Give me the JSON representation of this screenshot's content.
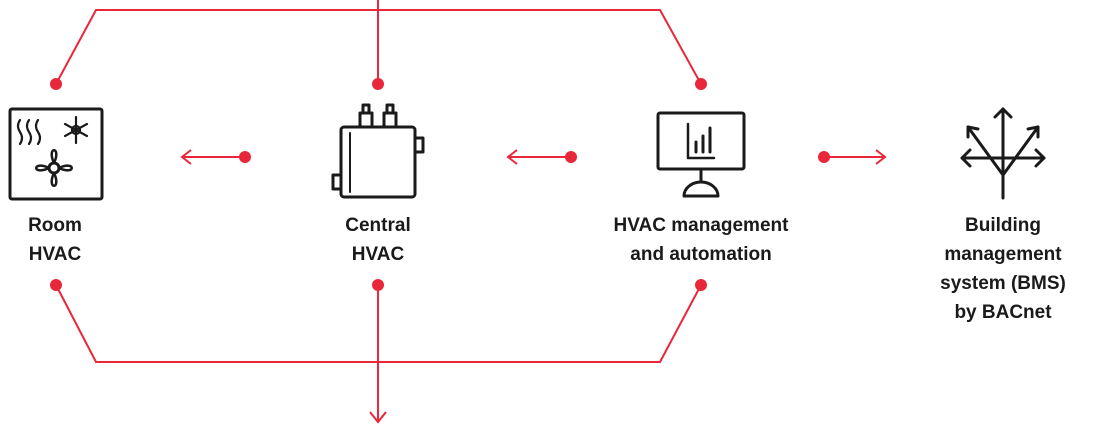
{
  "colors": {
    "accent": "#e8283a",
    "ink": "#1a1a1a",
    "background": "#ffffff"
  },
  "nodes": [
    {
      "id": "room-hvac",
      "icon": "heating-cooling-fan-icon",
      "label_lines": [
        "Room",
        "HVAC"
      ]
    },
    {
      "id": "central-hvac",
      "icon": "hvac-unit-icon",
      "label_lines": [
        "Central",
        "HVAC"
      ]
    },
    {
      "id": "hvac-management",
      "icon": "monitor-chart-icon",
      "label_lines": [
        "HVAC management",
        "and automation"
      ]
    },
    {
      "id": "bms",
      "icon": "network-arrows-icon",
      "label_lines": [
        "Building",
        "management",
        "system (BMS)",
        "by BACnet"
      ]
    }
  ],
  "connections": [
    {
      "from": "hvac-management",
      "to": "central-hvac",
      "type": "arrow"
    },
    {
      "from": "central-hvac",
      "to": "room-hvac",
      "type": "arrow"
    },
    {
      "from": "hvac-management",
      "to": "bms",
      "type": "arrow"
    },
    {
      "from": "top-input",
      "to": [
        "room-hvac",
        "central-hvac",
        "hvac-management"
      ],
      "type": "bus"
    },
    {
      "from": [
        "room-hvac",
        "central-hvac",
        "hvac-management"
      ],
      "to": "bottom-output",
      "type": "bus"
    }
  ]
}
